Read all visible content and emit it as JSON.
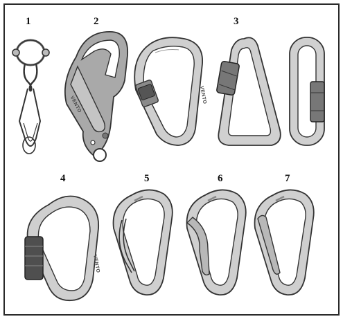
{
  "labels": [
    "1",
    "2",
    "3",
    "4",
    "5",
    "6",
    "7"
  ],
  "brand_text": "VENTO",
  "items": [
    {
      "label": "1",
      "icon": "carabiner-oval-link-icon"
    },
    {
      "label": "2",
      "icon": "scaffold-hook-icon"
    },
    {
      "label": "3",
      "icon": "screwgate-carabiner-icon"
    },
    {
      "label": "3",
      "icon": "pear-quicklink-icon"
    },
    {
      "label": "3",
      "icon": "oval-quicklink-icon"
    },
    {
      "label": "4",
      "icon": "twistlock-carabiner-icon"
    },
    {
      "label": "5",
      "icon": "wiregate-carabiner-icon"
    },
    {
      "label": "6",
      "icon": "bentgate-carabiner-icon"
    },
    {
      "label": "7",
      "icon": "straightgate-carabiner-icon"
    }
  ],
  "colors": {
    "metal": "#c9c9c9",
    "metal_dark": "#8c8c8c",
    "outline": "#333333",
    "sleeve": "#555555",
    "frame": "#2a2a2a"
  }
}
